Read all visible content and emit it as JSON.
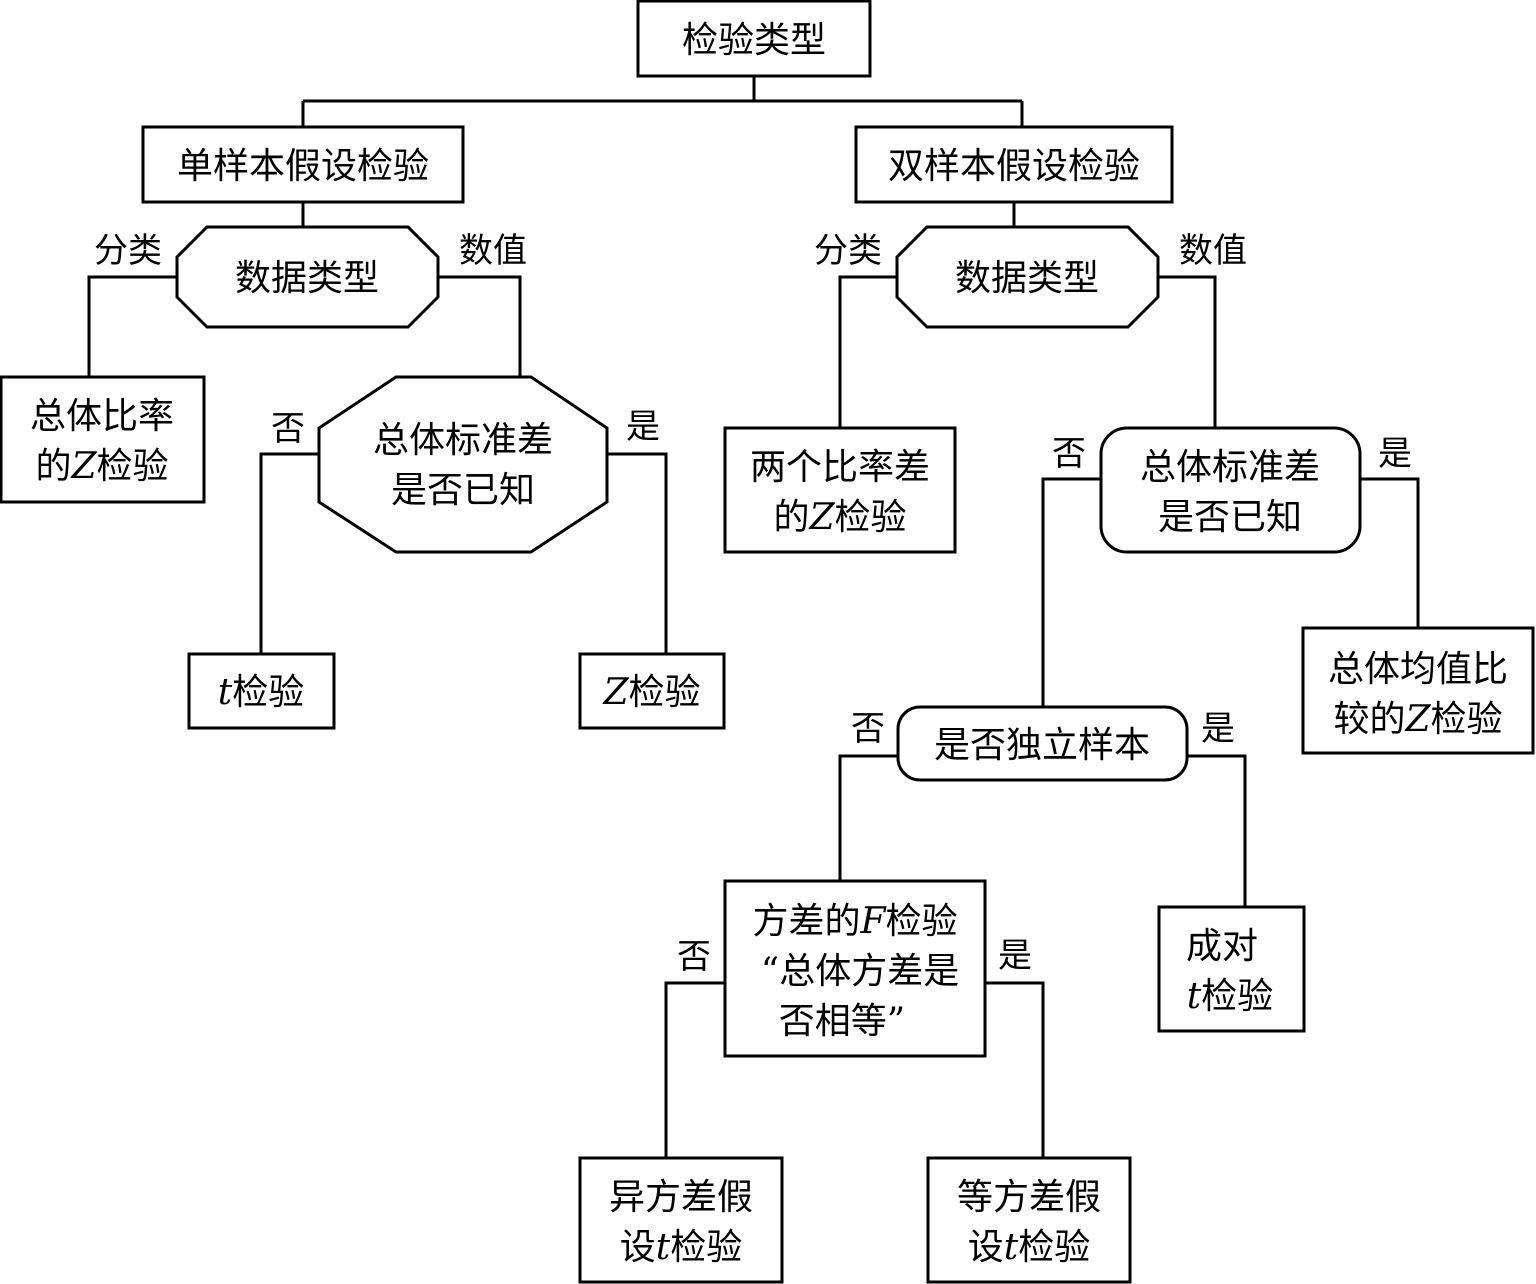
{
  "nodes": {
    "root": "检验类型",
    "one_sample": "单样本假设检验",
    "two_sample": "双样本假设检验",
    "data_type_1": "数据类型",
    "data_type_2": "数据类型",
    "prop_z": {
      "line1": "总体比率",
      "line2_pre": "的",
      "line2_var": "Z",
      "line2_post": "检验"
    },
    "sd_known_1": {
      "line1": "总体标准差",
      "line2": "是否已知"
    },
    "t_test": {
      "var": "t",
      "text": "检验"
    },
    "z_test": {
      "var": "Z",
      "text": "检验"
    },
    "two_prop_z": {
      "line1": "两个比率差",
      "line2_pre": "的",
      "line2_var": "Z",
      "line2_post": "检验"
    },
    "sd_known_2": {
      "line1": "总体标准差",
      "line2": "是否已知"
    },
    "mean_z": {
      "line1": "总体均值比",
      "line2_pre": "较的",
      "line2_var": "Z",
      "line2_post": "检验"
    },
    "independent": "是否独立样本",
    "f_test": {
      "line1_pre": "方差的",
      "line1_var": "F",
      "line1_post": "检验",
      "line2": "“总体方差是",
      "line3": "否相等”"
    },
    "paired_t": {
      "line1": "成对",
      "line2_var": "t",
      "line2_post": "检验"
    },
    "unequal_var_t": {
      "line1": "异方差假",
      "line2_pre": "设",
      "line2_var": "t",
      "line2_post": "检验"
    },
    "equal_var_t": {
      "line1": "等方差假",
      "line2_pre": "设",
      "line2_var": "t",
      "line2_post": "检验"
    }
  },
  "edge_labels": {
    "categorical": "分类",
    "numeric": "数值",
    "yes": "是",
    "no": "否"
  }
}
